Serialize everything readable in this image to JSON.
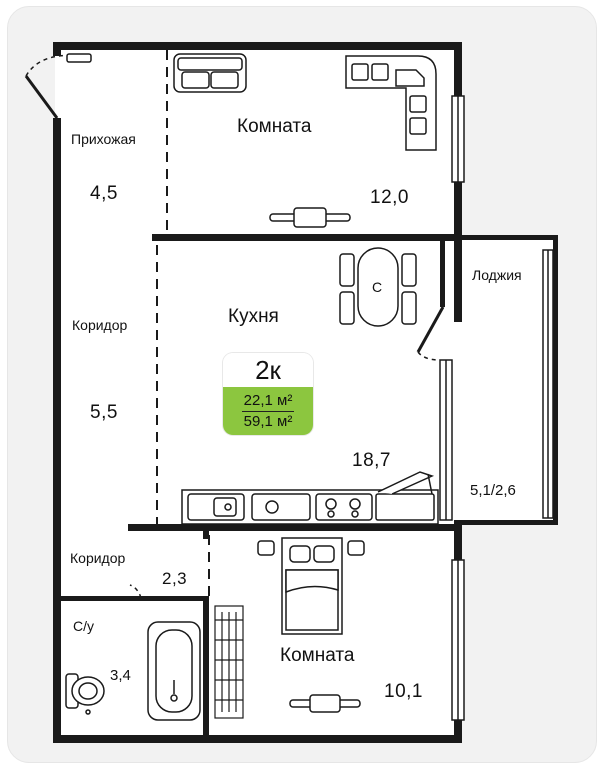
{
  "plan": {
    "rooms": [
      {
        "key": "hall",
        "name": "Прихожая",
        "area": "4,5"
      },
      {
        "key": "room1",
        "name": "Комната",
        "area": "12,0"
      },
      {
        "key": "kitchen",
        "name": "Кухня",
        "area": "18,7"
      },
      {
        "key": "corridor1",
        "name": "Коридор",
        "area": "5,5"
      },
      {
        "key": "loggia",
        "name": "Лоджия",
        "area": "5,1/2,6"
      },
      {
        "key": "corridor2",
        "name": "Коридор",
        "area": "2,3"
      },
      {
        "key": "bathroom",
        "name": "С/у",
        "area": "3,4"
      },
      {
        "key": "room2",
        "name": "Комната",
        "area": "10,1"
      }
    ],
    "table_label": "С"
  },
  "badge": {
    "rooms": "2к",
    "living_area": "22,1 м²",
    "total_area": "59,1 м²",
    "accent_color": "#8cc63f"
  },
  "colors": {
    "wall": "#1a1a1a",
    "background": "#f2f2f2"
  }
}
